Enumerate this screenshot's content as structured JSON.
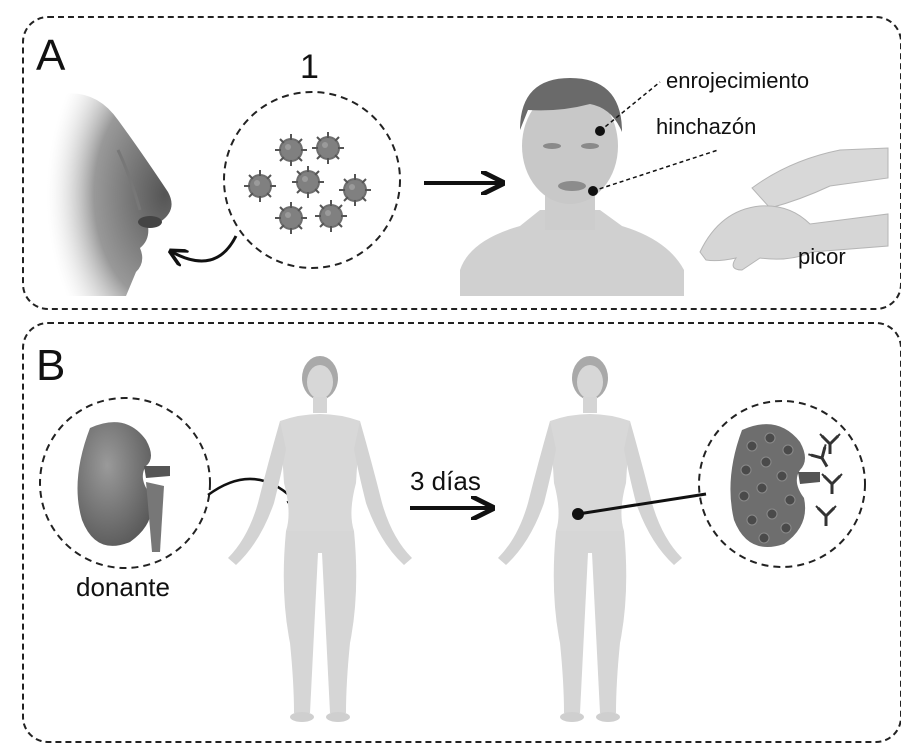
{
  "panel_a": {
    "letter": "A",
    "step_number": "1",
    "labels": {
      "redness": "enrojecimiento",
      "swelling": "hinchazón",
      "itch": "picor"
    }
  },
  "panel_b": {
    "letter": "B",
    "donor_label": "donante",
    "time_label": "3 días"
  }
}
